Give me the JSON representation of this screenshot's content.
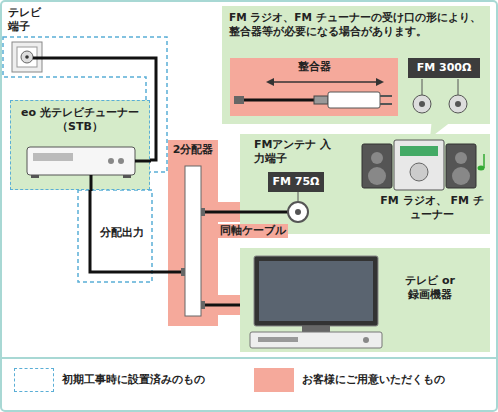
{
  "diagram": {
    "nodes": [
      {
        "text": [
          "テレビ端子"
        ]
      },
      {
        "text": [
          "eo 光テレビチューナー （STB）"
        ]
      },
      {
        "text": [
          "2分配器"
        ]
      },
      {
        "text": [
          "FM ラジオ、FM チューナーの受け口の形により、整合器等が必要になる場合があります。"
        ]
      },
      {
        "text": [
          "整合器"
        ],
        "in": 3
      },
      {
        "text": [
          "FM 300Ω"
        ],
        "in": 3
      },
      {
        "text": [
          "FMアンテナ 入力端子",
          "FM ラジオ、 FM チューナー"
        ]
      },
      {
        "text": [
          "FM 75Ω"
        ],
        "in": 6
      },
      {
        "text": [
          "テレビ or 録画機器"
        ]
      }
    ],
    "edges": [
      {
        "from": 0,
        "to": 1,
        "arrow": "none"
      },
      {
        "from": 1,
        "to": 2,
        "label": "分配出力",
        "arrow": "none"
      },
      {
        "from": 2,
        "to": 6,
        "label": "同軸ケーブル",
        "arrow": "none"
      },
      {
        "from": 2,
        "to": 8,
        "arrow": "none"
      }
    ],
    "legend": [
      {
        "text": "初期工事時に設置済みのもの"
      },
      {
        "text": "お客様にご用意いただくもの",
        "color": "#f5a99b"
      }
    ]
  }
}
